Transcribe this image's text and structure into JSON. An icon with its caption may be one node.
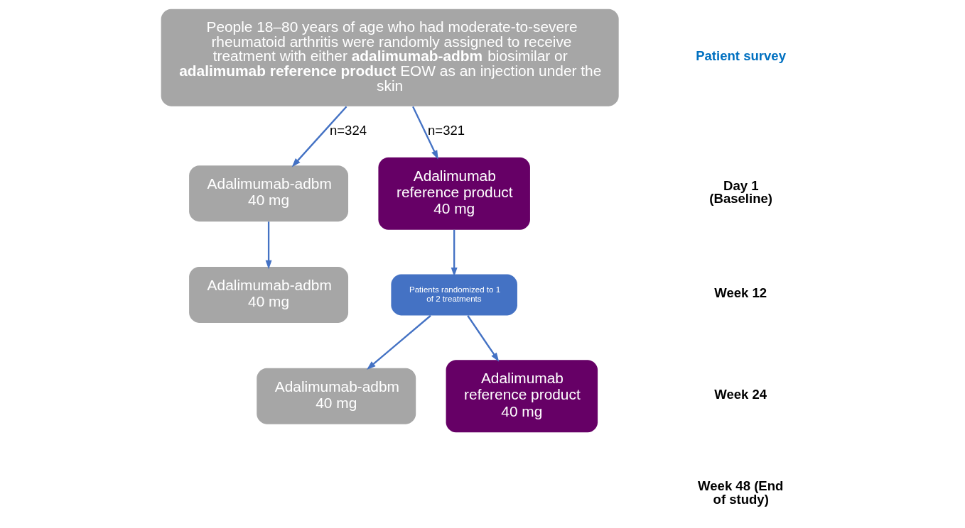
{
  "diagram": {
    "nodes": [
      {
        "text": [
          "People 18–80 years of age who had moderate-to-severe rheumatoid arthritis were randomly assigned to receive treatment with either **adalimumab-adbm** biosimilar or **adalimumab reference product** EOW as an injection under the skin"
        ]
      },
      {
        "text": [
          "Adalimumab-adbm 40 mg"
        ]
      },
      {
        "text": [
          "Adalimumab reference product 40 mg"
        ]
      },
      {
        "text": [
          "Patients randomized to 1 of 2 treatments"
        ]
      },
      {
        "text": [
          "Adalimumab-adbm 40 mg"
        ]
      },
      {
        "text": [
          "Adalimumab-adbm 40 mg"
        ]
      },
      {
        "text": [
          "Adalimumab reference product 40 mg"
        ]
      }
    ],
    "edges": [
      {
        "from": 0,
        "to": 1,
        "arrow": "to",
        "label": "n=324"
      },
      {
        "from": 0,
        "to": 2,
        "arrow": "to",
        "label": "n=321"
      },
      {
        "from": 1,
        "to": 4,
        "arrow": "to"
      },
      {
        "from": 2,
        "to": 3,
        "arrow": "to"
      },
      {
        "from": 3,
        "to": 5,
        "arrow": "to"
      },
      {
        "from": 3,
        "to": 6,
        "arrow": "to"
      }
    ],
    "labels": [
      "Patient survey",
      "Day 1 (Baseline)",
      "Week 12",
      "Week 24",
      "Week 48 (End of study)"
    ]
  }
}
